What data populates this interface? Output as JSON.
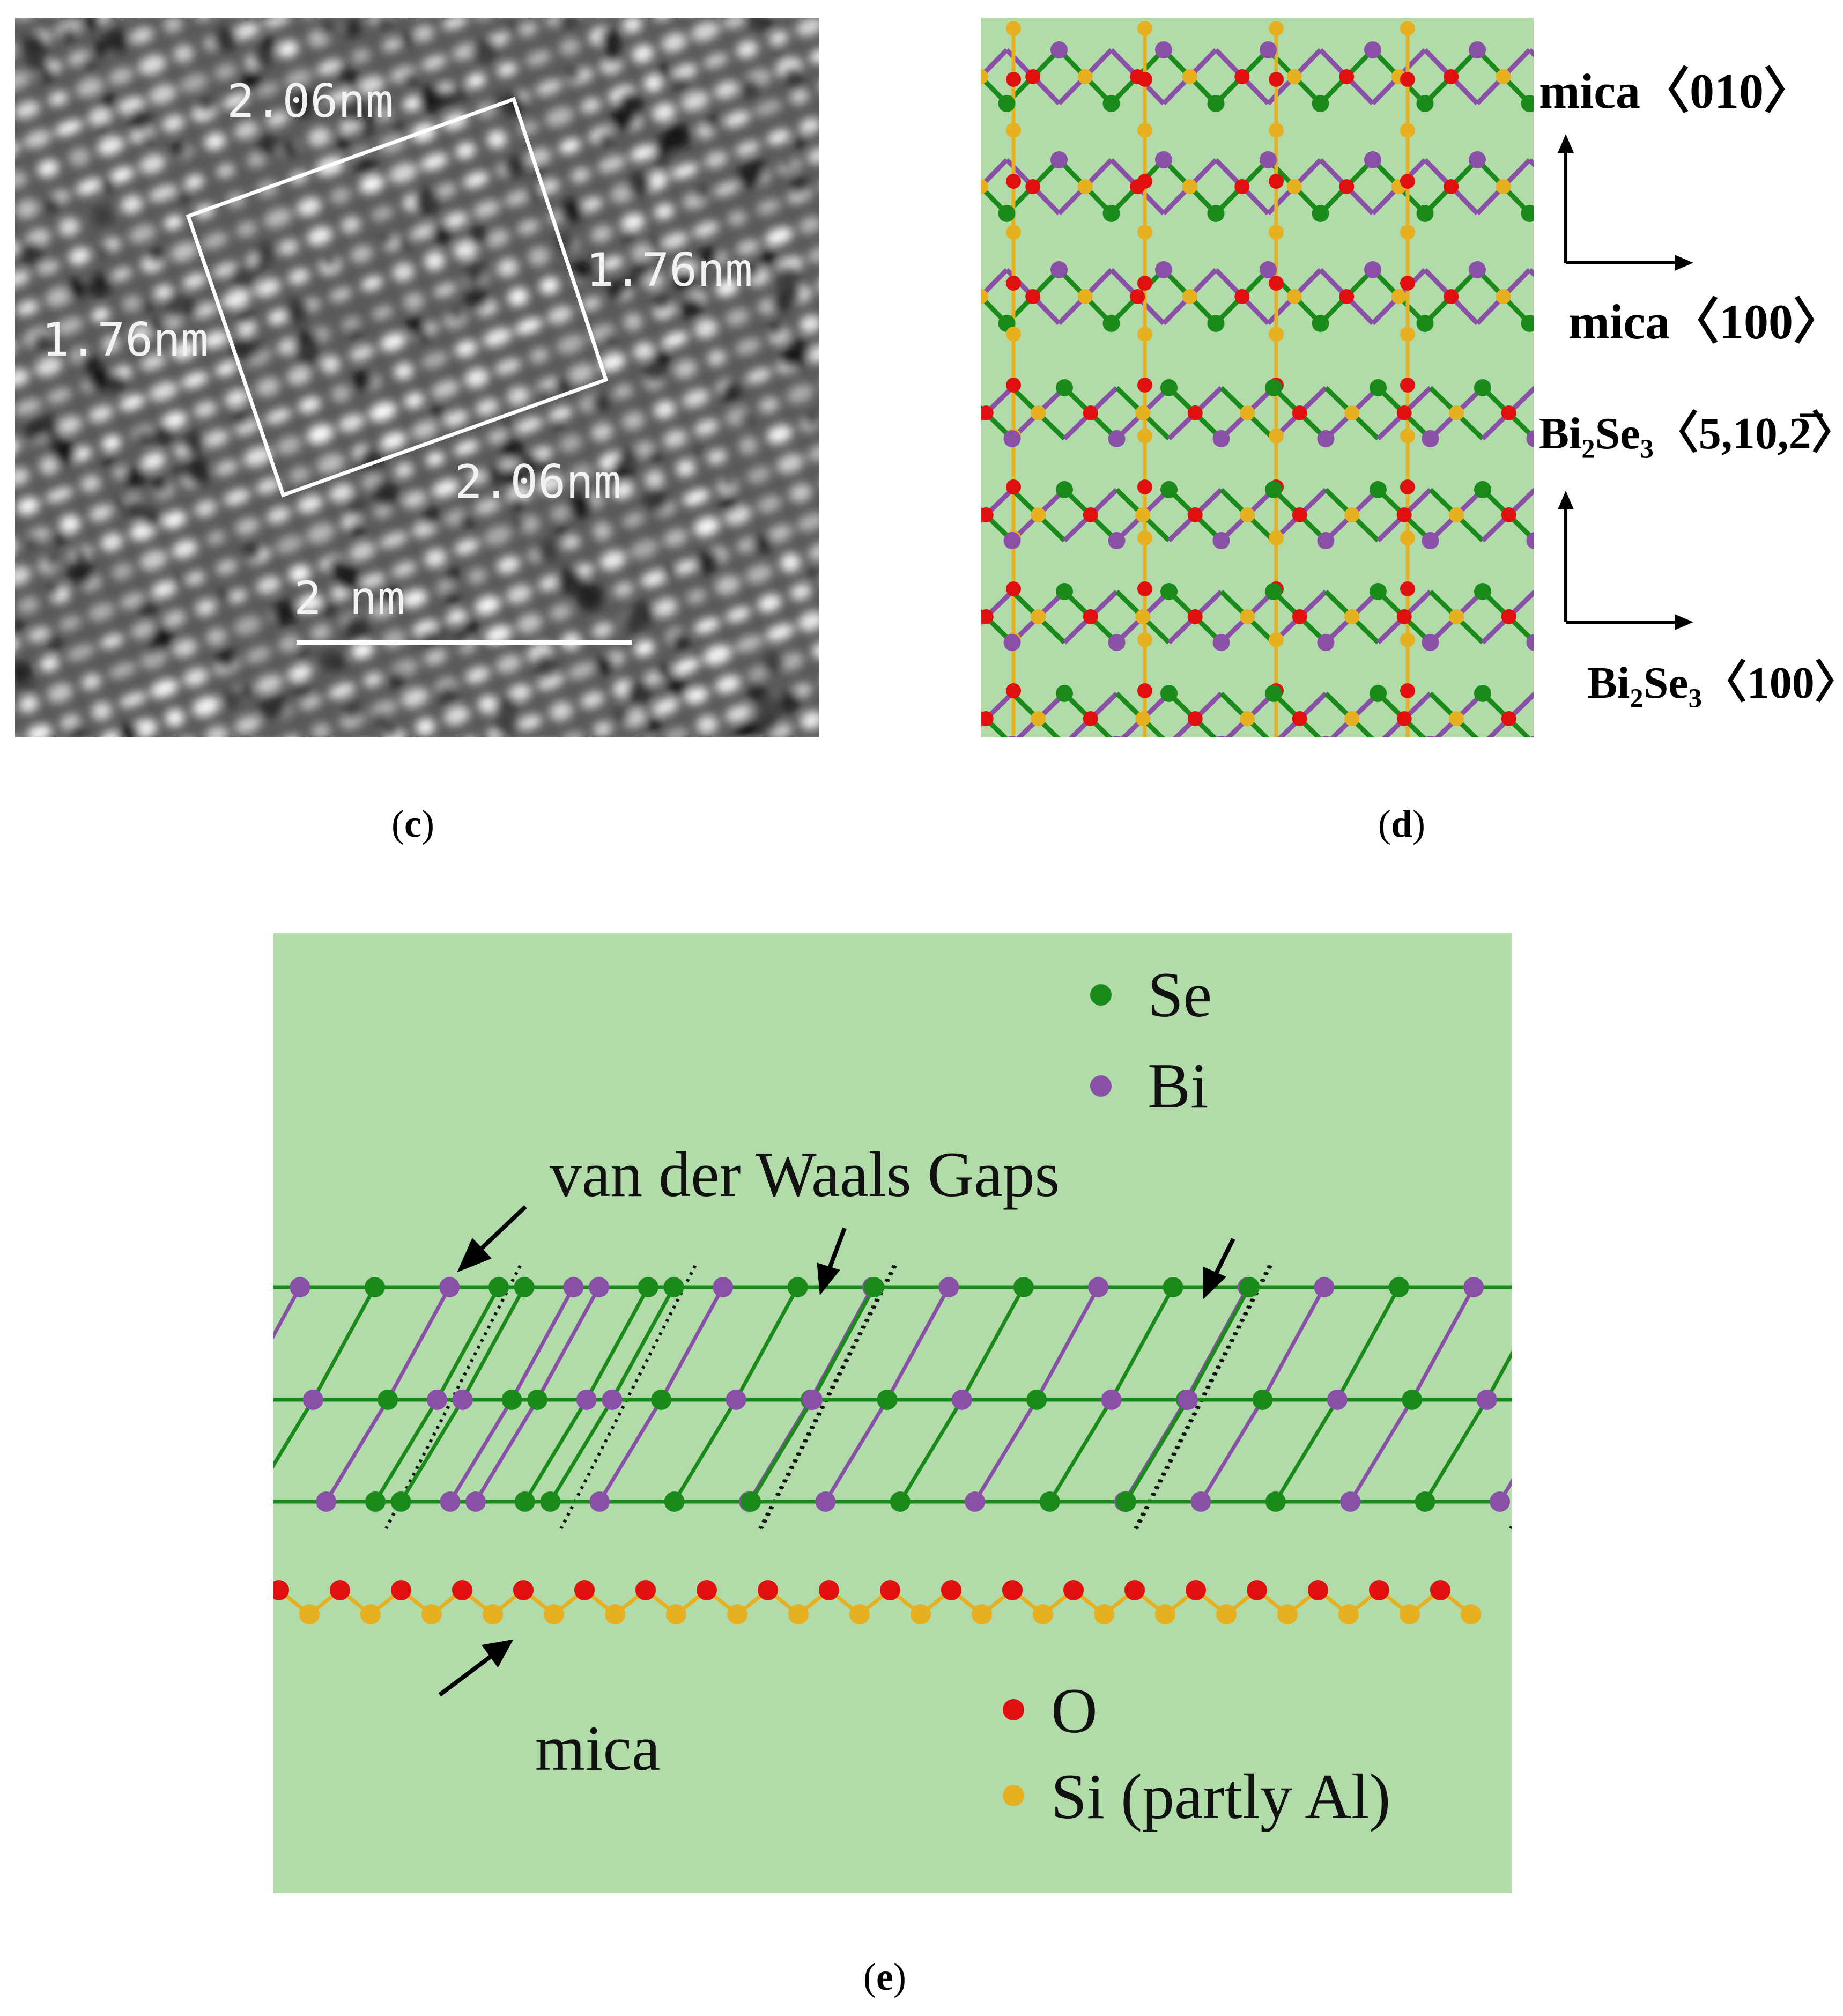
{
  "panel_c": {
    "caption": "c",
    "labels": {
      "top": "2.06nm",
      "right": "1.76nm",
      "left": "1.76nm",
      "bottom": "2.06nm",
      "scale_bar": "2 nm"
    }
  },
  "panel_d": {
    "caption": "d",
    "axes": {
      "mica_up": "mica〈010〉",
      "mica_right": "mica〈100〉",
      "bise_up_a": "Bi",
      "bise_up_b": "2",
      "bise_up_c": "Se",
      "bise_up_d": "3",
      "bise_up_e": "〈5,10,2̅〉",
      "bise_right_a": "Bi",
      "bise_right_b": "2",
      "bise_right_c": "Se",
      "bise_right_d": "3",
      "bise_right_e": "〈100〉"
    }
  },
  "panel_e": {
    "caption": "e",
    "legend": {
      "se": "Se",
      "bi": "Bi",
      "o": "O",
      "si": "Si (partly Al)"
    },
    "annotations": {
      "gaps": "van der Waals Gaps",
      "mica": "mica"
    }
  },
  "colors": {
    "background_green": "#b1dba9",
    "se_green": "#1a8a1a",
    "bi_purple": "#8a4fa6",
    "o_red": "#e01010",
    "si_gold": "#e6b020"
  }
}
